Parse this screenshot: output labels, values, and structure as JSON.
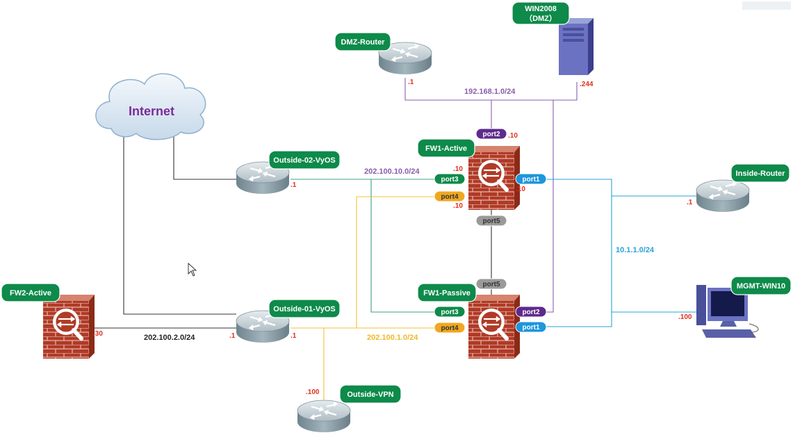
{
  "cloud": {
    "label": "Internet"
  },
  "devices": {
    "dmz_router": "DMZ-Router",
    "win2008_line1": "WIN2008",
    "win2008_line2": "（DMZ）",
    "outside02": "Outside-02-VyOS",
    "outside01": "Outside-01-VyOS",
    "outside_vpn": "Outside-VPN",
    "inside_router": "Inside-Router",
    "mgmt": "MGMT-WIN10",
    "fw1_active": "FW1-Active",
    "fw1_passive": "FW1-Passive",
    "fw2_active": "FW2-Active"
  },
  "networks": {
    "dmz": "192.168.1.0/24",
    "outside10": "202.100.10.0/24",
    "inside": "10.1.1.0/24",
    "outside2": "202.100.2.0/24",
    "outside1": "202.100.1.0/24"
  },
  "ports": {
    "a_port2": "port2",
    "a_port3": "port3",
    "a_port4": "port4",
    "a_port1": "port1",
    "a_port5": "port5",
    "p_port5": "port5",
    "p_port3": "port3",
    "p_port4": "port4",
    "p_port2": "port2",
    "p_port1": "port1"
  },
  "ips": {
    "dmz_r": ".1",
    "win": ".244",
    "a_p2": ".10",
    "a_p3": ".10",
    "a_p1": ".10",
    "a_p4": ".10",
    "o2": ".1",
    "inside_r": ".1",
    "mgmt": ".100",
    "fw2": ".30",
    "o1_left": ".1",
    "o1_right": ".1",
    "vpn": ".100"
  },
  "colors": {
    "dmz_link": "#8a5cb0",
    "outside10_link": "#3aa37a",
    "inside_link": "#29a3d6",
    "outside1_link": "#f0c23a",
    "label_green": "#0e8a4a",
    "ip_red": "#e0301e",
    "port_purple": "#5e2a8c",
    "port_green": "#0e8a4a",
    "port_orange": "#f0a820",
    "port_blue": "#1e96dc",
    "port_gray": "#9a9a9a"
  }
}
